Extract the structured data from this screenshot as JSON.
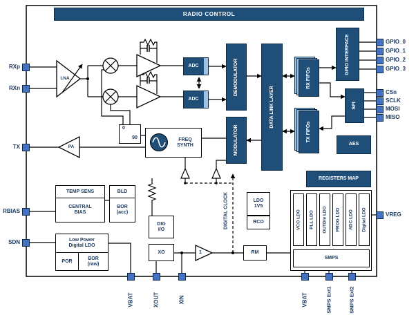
{
  "colors": {
    "dark_blue": "#1F4E79",
    "light_blue": "#9DC3E6",
    "pin_blue": "#4472C4",
    "text_navy": "#17375E",
    "wire": "#000000"
  },
  "pins": {
    "left": [
      "RXp",
      "RXn",
      "TX",
      "RBIAS",
      "SDN"
    ],
    "right": [
      "GPIO_0",
      "GPIO_1",
      "GPIO_2",
      "GPIO_3",
      "CSn",
      "SCLK",
      "MOSI",
      "MISO",
      "VREG"
    ],
    "bottom": [
      "VBAT",
      "XOUT",
      "XIN",
      "VBAT",
      "SMPS Ext1",
      "SMPS Ext2"
    ]
  },
  "blocks": {
    "radio_control": "RADIO CONTROL",
    "lna": "LNA",
    "adc_i": "ADC",
    "adc_q": "ADC",
    "demodulator": "DEMODULATOR",
    "modulator": "MODULATOR",
    "data_link_layer": "DATA LINK LAYER",
    "rx_fifos": "RX FIFOs",
    "tx_fifos": "TX FIFOs",
    "gpio_interface": "GPIO INTERFACE",
    "spi": "SPI",
    "aes": "AES",
    "registers_map": "REGISTERS MAP",
    "freq_synth": "FREQ SYNTH",
    "phase_0": "0",
    "phase_90": "90",
    "pa": "PA",
    "temp_sens": "TEMP SENS",
    "central_bias": "CENTRAL BIAS",
    "bld": "BLD",
    "bor_acc": "BOR (acc)",
    "low_power_ldo": "Low Power Digital LDO",
    "por": "POR",
    "bor_raw": "BOR (raw)",
    "dig_io": "DIG I/O",
    "xo": "XO",
    "buffer_gain": "1",
    "digital_clock": "DIGITAL CLOCK",
    "ldo_1v5": "LDO 1V5",
    "rco": "RCO",
    "rm": "RM",
    "ldos": [
      "VCO LDO",
      "PLL LDO",
      "OUTDiv LDO",
      "PROG LDO",
      "ADC LDO",
      "Digital LDO"
    ],
    "smps": "SMPS"
  }
}
